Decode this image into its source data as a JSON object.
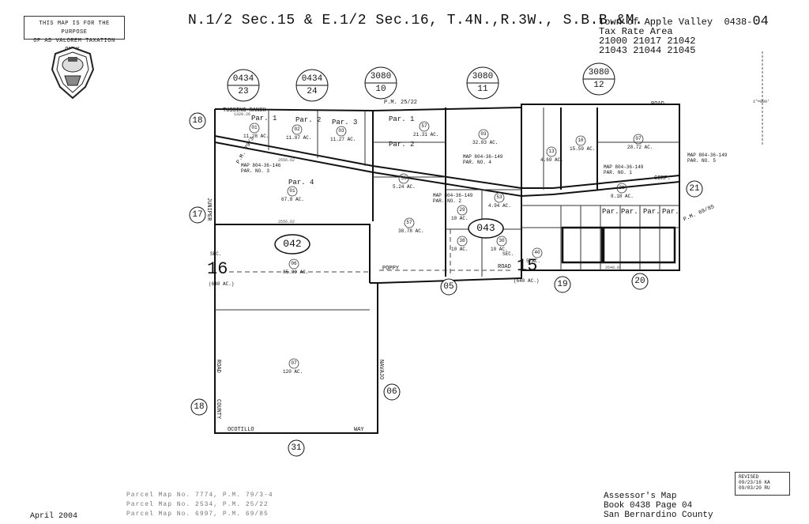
{
  "disclaimer": {
    "line1": "THIS MAP IS FOR THE PURPOSE",
    "line2": "OF AD VALOREM TAXATION ONLY."
  },
  "title": "N.1/2 Sec.15 & E.1/2 Sec.16, T.4N.,R.3W., S.B.B.&M.",
  "tax_rate_area": {
    "town": "Town of Apple Valley",
    "book_prefix": "0438-",
    "book_suffix": "04",
    "label": "Tax Rate Area",
    "codes1": "21000 21017 21042",
    "codes2": "21043 21044 21045"
  },
  "adjacent_books": [
    {
      "top": "0434",
      "bottom": "23"
    },
    {
      "top": "0434",
      "bottom": "24"
    },
    {
      "top": "3080",
      "bottom": "10"
    },
    {
      "top": "3080",
      "bottom": "11"
    },
    {
      "top": "3080",
      "bottom": "12"
    }
  ],
  "map": {
    "roads": {
      "tussing": "TUSSING RANCH",
      "juniper": "JUNIPER",
      "ocotillo": "OCOTILLO",
      "way": "WAY",
      "poppy": "POPPY",
      "road": "ROAD",
      "county": "COUNTY",
      "navajo": "NAVAJO",
      "pm_25_22": "P.M. 25/22",
      "pm_79_3": "P.M. 79/3",
      "pm_69_85": "P.M. 69/85",
      "corp": "CORP."
    },
    "block_labels": {
      "b042": "042",
      "b043": "043"
    },
    "sections": {
      "s16": "16",
      "s15": "15",
      "sec": "SEC.",
      "s16_ac": "(640 AC.)",
      "s15_ac": "(640 AC.)"
    },
    "edge_labels": {
      "l18a": "18",
      "l17": "17",
      "l18b": "18",
      "l31": "31",
      "l05": "05",
      "l19": "19",
      "l20": "20",
      "l06": "06",
      "l21": "21"
    },
    "parcel_maps": {
      "pm3": "MAP 804-36-146",
      "pm3b": "PAR. NO. 3",
      "pm2": "MAP 804-36-149",
      "pm2b": "PAR. NO. 2",
      "pm4": "MAP 804-36-149",
      "pm4b": "PAR. NO. 4",
      "pm1": "MAP 804-36-149",
      "pm1b": "PAR. NO. 1",
      "pm5": "MAP 804-36-149",
      "pm5b": "PAR. NO. 5"
    },
    "pars": {
      "p1": "Par. 1",
      "p2": "Par. 2",
      "p3": "Par. 3",
      "p4": "Par. 4",
      "p1b": "Par. 1",
      "p2b": "Par. 2",
      "par": "Par."
    },
    "parcels": [
      {
        "n": "01",
        "ac": "11.28 AC."
      },
      {
        "n": "02",
        "ac": "11.87 AC."
      },
      {
        "n": "03",
        "ac": "11.27 AC."
      },
      {
        "n": "01",
        "ac": "67.8 AC."
      },
      {
        "n": "06",
        "ac": "85.89 AC."
      },
      {
        "n": "07",
        "ac": "120 AC."
      },
      {
        "n": "57",
        "ac": "38.78 AC."
      },
      {
        "n": "57",
        "ac": "21.31 AC."
      },
      {
        "n": "03",
        "ac": "32.83 AC."
      },
      {
        "n": "16",
        "ac": "15.59 AC."
      },
      {
        "n": "07",
        "ac": "28.72 AC."
      },
      {
        "n": "29",
        "ac": "10 AC."
      },
      {
        "n": "30",
        "ac": "10 AC."
      },
      {
        "n": "38",
        "ac": "10 AC."
      },
      {
        "n": "53",
        "ac": "4.94 AC."
      },
      {
        "n": "55",
        "ac": "5.24 AC."
      },
      {
        "n": "13",
        "ac": "4.69 AC."
      },
      {
        "n": "21",
        "ac": "8.18 AC."
      },
      {
        "n": "40",
        "ac": "5 AC."
      }
    ],
    "dims": {
      "d1": "1320.26",
      "d2": "2556.62",
      "d3": "2556.62",
      "d4": "2640.0"
    }
  },
  "footer": {
    "date": "April 2004",
    "pm1": "Parcel Map No. 7774, P.M. 79/3-4",
    "pm2": "Parcel Map No. 2534, P.M. 25/22",
    "pm3": "Parcel Map No. 6997, P.M. 69/85",
    "assessor1": "Assessor's Map",
    "assessor2": "Book 0438 Page 04",
    "assessor3": "San Bernardino County",
    "revised_label": "REVISED",
    "revised1": "09/23/16 KA",
    "revised2": "09/03/20 RU"
  }
}
